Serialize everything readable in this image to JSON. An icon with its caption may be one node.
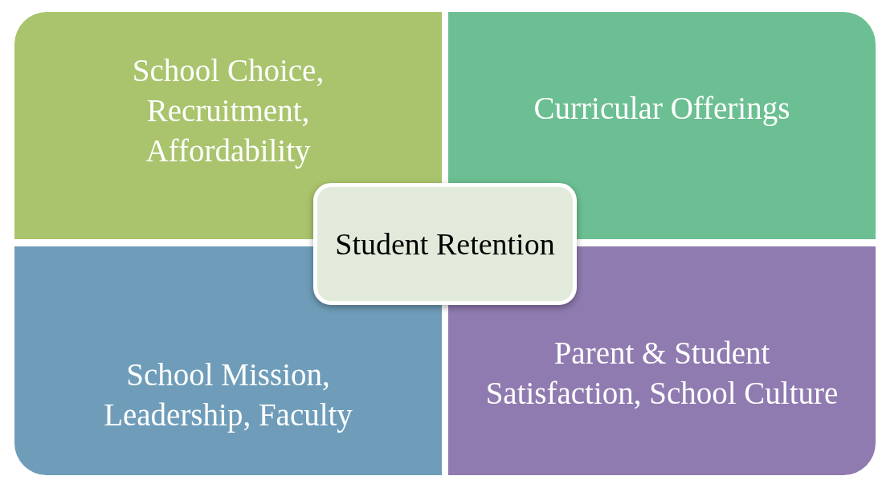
{
  "diagram": {
    "nodes": [
      {
        "text": [
          "School Choice, Recruitment, Affordability"
        ]
      },
      {
        "text": [
          "Curricular Offerings"
        ]
      },
      {
        "text": [
          "School Mission, Leadership, Faculty"
        ]
      },
      {
        "text": [
          "Parent & Student Satisfaction, School Culture"
        ]
      },
      {
        "text": [
          "Student Retention"
        ]
      }
    ]
  }
}
